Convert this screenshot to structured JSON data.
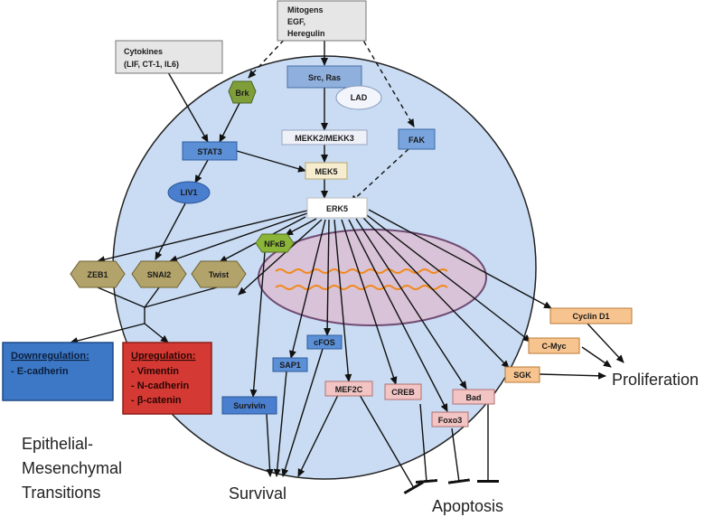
{
  "colors": {
    "cell_fill": "#c9dcf3",
    "cell_stroke": "#222222",
    "nucleus_fill": "#d9c3d8",
    "nucleus_stroke": "#6f4b73",
    "dna_wave": "#f08a1d",
    "blue_node": "#5b8fd6",
    "pale_blue_node": "#dbe6f6",
    "green_node": "#7f9e3a",
    "olive_hex": "#b2a36b",
    "pink_node": "#f2c4c4",
    "orange_node": "#f7c48f",
    "gray_node": "#e6e6e6",
    "down_box": "#3d78c6",
    "up_box": "#d43a33"
  },
  "stimuli": {
    "mitogens": [
      "Mitogens",
      "EGF,",
      "Heregulin"
    ],
    "cytokines": [
      "Cytokines",
      "(LIF, CT-1, IL6)"
    ]
  },
  "nodes": {
    "brk": "Brk",
    "src_ras": "Src, Ras",
    "lad": "LAD",
    "stat3": "STAT3",
    "mekk": "MEKK2/MEKK3",
    "fak": "FAK",
    "mek5": "MEK5",
    "liv1": "LIV1",
    "erk5": "ERK5",
    "nfkb": "NFκB",
    "zeb1": "ZEB1",
    "snai2": "SNAI2",
    "twist": "Twist",
    "cyclin_d1": "Cyclin D1",
    "c_myc": "C-Myc",
    "sgk": "SGK",
    "cfos": "cFOS",
    "sap1": "SAP1",
    "survivin": "Survivin",
    "mef2c": "MEF2C",
    "creb": "CREB",
    "bad": "Bad",
    "foxo3": "Foxo3"
  },
  "regulation": {
    "down_title": "Downregulation:",
    "down_items": [
      "- E-cadherin"
    ],
    "up_title": "Upregulation:",
    "up_items": [
      "- Vimentin",
      "- N-cadherin",
      "- β-catenin"
    ]
  },
  "outcomes": {
    "emt": [
      "Epithelial-",
      "Mesenchymal",
      "Transitions"
    ],
    "survival": "Survival",
    "apoptosis": "Apoptosis",
    "proliferation": "Proliferation"
  }
}
